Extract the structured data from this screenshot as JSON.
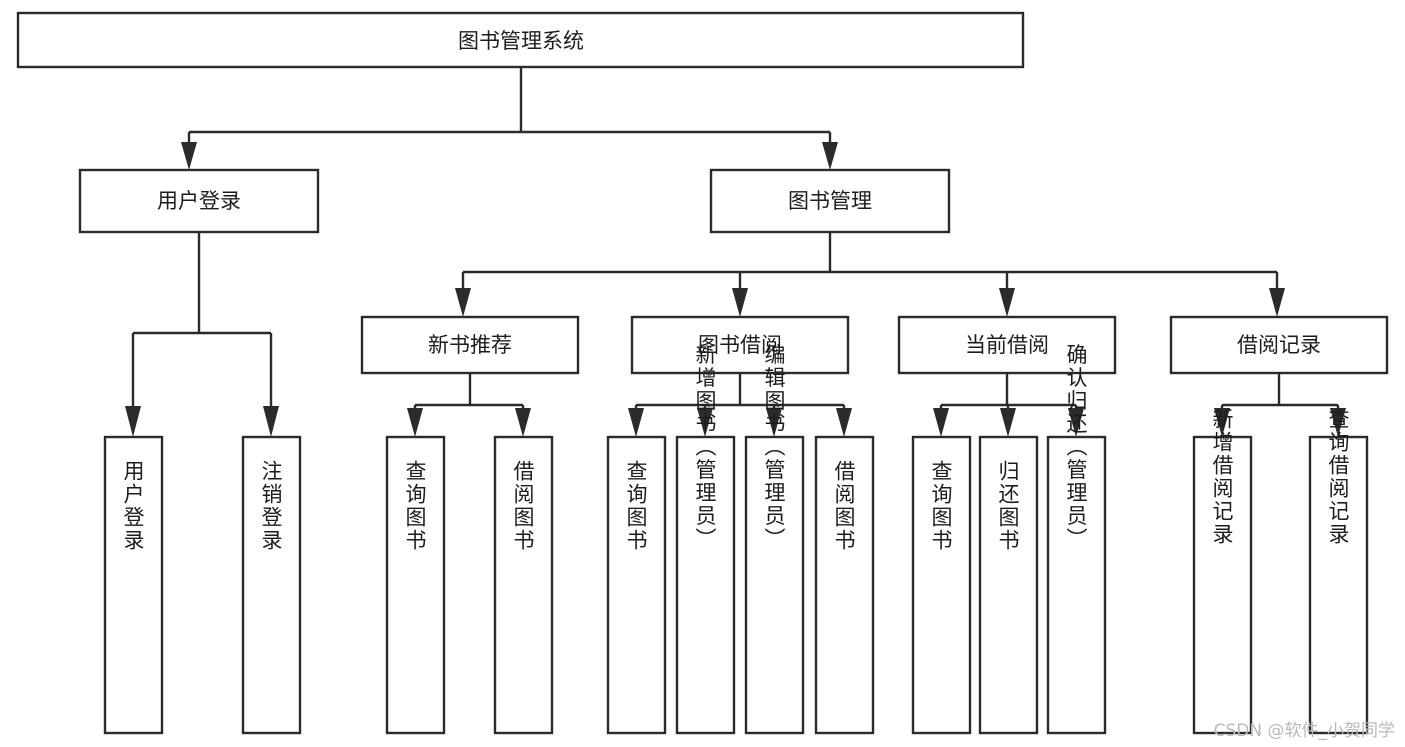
{
  "diagram": {
    "title": "图书管理系统",
    "type": "tree",
    "orientation": "top-down",
    "root": {
      "id": "root",
      "label": "图书管理系统"
    },
    "level2": [
      {
        "id": "user-login",
        "label": "用户登录"
      },
      {
        "id": "book-manage",
        "label": "图书管理"
      }
    ],
    "level3": [
      {
        "id": "new-book-recommend",
        "label": "新书推荐",
        "parent": "book-manage"
      },
      {
        "id": "book-borrow",
        "label": "图书借阅",
        "parent": "book-manage"
      },
      {
        "id": "current-borrow",
        "label": "当前借阅",
        "parent": "book-manage"
      },
      {
        "id": "borrow-record",
        "label": "借阅记录",
        "parent": "book-manage"
      }
    ],
    "leaves": {
      "user-login": [
        {
          "id": "leaf-user-login",
          "label": "用户登录"
        },
        {
          "id": "leaf-user-logout",
          "label": "注销登录"
        }
      ],
      "new-book-recommend": [
        {
          "id": "leaf-query-book-1",
          "label": "查询图书"
        },
        {
          "id": "leaf-borrow-book-1",
          "label": "借阅图书"
        }
      ],
      "book-borrow": [
        {
          "id": "leaf-query-book-2",
          "label": "查询图书"
        },
        {
          "id": "leaf-add-book",
          "label": "新增图书（管理员）"
        },
        {
          "id": "leaf-edit-book",
          "label": "编辑图书（管理员）"
        },
        {
          "id": "leaf-borrow-book-2",
          "label": "借阅图书"
        }
      ],
      "current-borrow": [
        {
          "id": "leaf-query-book-3",
          "label": "查询图书"
        },
        {
          "id": "leaf-return-book",
          "label": "归还图书"
        },
        {
          "id": "leaf-confirm-return",
          "label": "确认归还（管理员）"
        }
      ],
      "borrow-record": [
        {
          "id": "leaf-add-record",
          "label": "新增借阅记录"
        },
        {
          "id": "leaf-query-record",
          "label": "查询借阅记录"
        }
      ]
    }
  },
  "colors": {
    "box_stroke": "#2b2b2b",
    "box_fill": "#ffffff",
    "connector": "#2b2b2b",
    "text": "#1d1d1d",
    "watermark": "#b9b9b9",
    "background": "#ffffff"
  },
  "watermark": {
    "text": "CSDN @软件_小贺同学"
  }
}
